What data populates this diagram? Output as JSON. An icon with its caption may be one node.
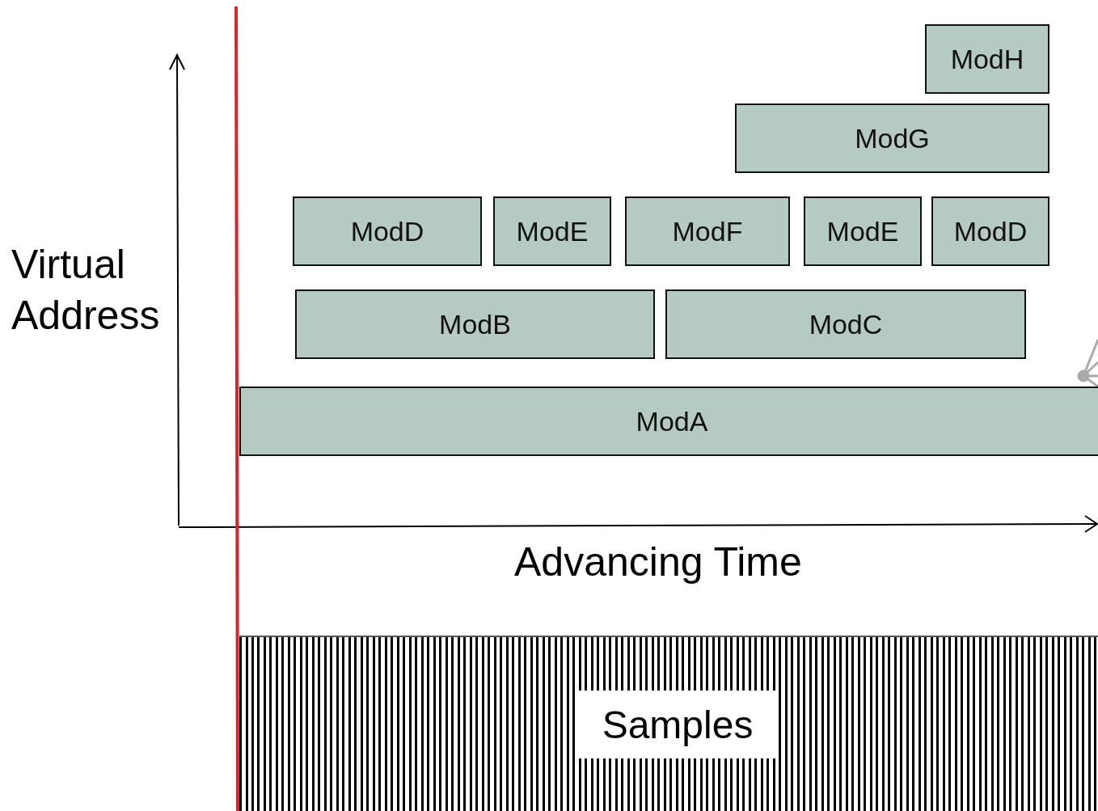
{
  "diagram": {
    "nodes": [
      {
        "text": [
          "ModH"
        ]
      },
      {
        "text": [
          "ModG"
        ]
      },
      {
        "text": [
          "ModD"
        ]
      },
      {
        "text": [
          "ModE"
        ]
      },
      {
        "text": [
          "ModF"
        ]
      },
      {
        "text": [
          "ModE"
        ]
      },
      {
        "text": [
          "ModD"
        ]
      },
      {
        "text": [
          "ModB"
        ]
      },
      {
        "text": [
          "ModC"
        ]
      },
      {
        "text": [
          "ModA"
        ]
      },
      {
        "text": [
          "Samples"
        ]
      }
    ],
    "labels": [
      "Virtual Address",
      "Advancing Time"
    ]
  }
}
